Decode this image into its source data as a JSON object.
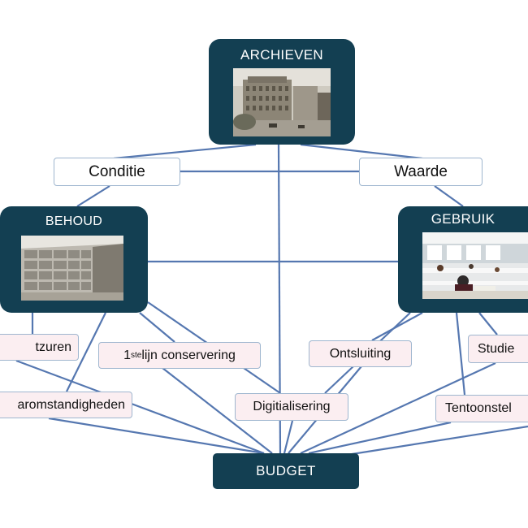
{
  "colors": {
    "hub": "#133f52",
    "line": "#5577b0",
    "label_border": "#9fb6cf",
    "pink_label": "#fbeef1"
  },
  "hubs": {
    "archieven": {
      "title": "ARCHIEVEN",
      "image": "building-photo"
    },
    "behoud": {
      "title": "BEHOUD",
      "image": "archive-shelves-photo"
    },
    "gebruik": {
      "title": "GEBRUIK",
      "image": "reading-room-photo"
    },
    "budget": {
      "title": "BUDGET"
    }
  },
  "criteria": {
    "conditie": "Conditie",
    "waarde": "Waarde"
  },
  "behoud_items": {
    "zuren": "tzuren",
    "omstandigheden": "aromstandigheden",
    "conservering_ordinal": "1",
    "conservering_sup": "ste",
    "conservering_rest": " lijn conservering"
  },
  "gebruik_items": {
    "ontsluiting": "Ontsluiting",
    "studie": "Studie",
    "tentoonstelling": "Tentoonstel"
  },
  "digitalisering": "Digitialisering"
}
